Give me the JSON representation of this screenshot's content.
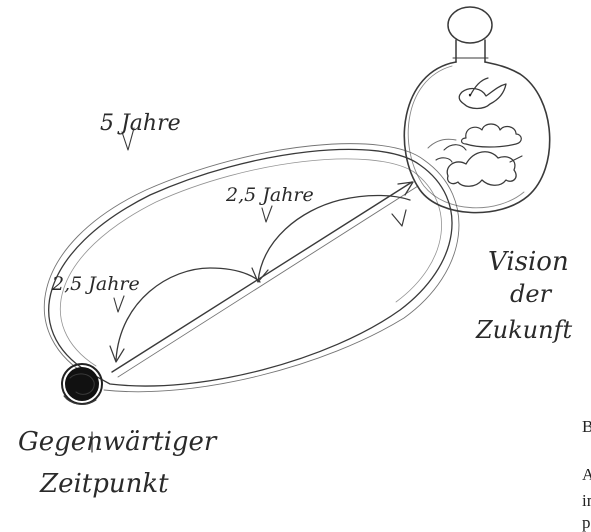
{
  "labels": {
    "five_years": "5 Jahre",
    "two_half_upper": "2,5 Jahre",
    "two_half_lower": "2,5 Jahre",
    "vision_line1": "Vision",
    "vision_line2": "der",
    "vision_line3": "Zukunft",
    "present_line1": "Gegenwärtiger",
    "present_line2": "Zeitpunkt"
  },
  "cutoff_text": [
    "B",
    "A",
    "in",
    "p"
  ],
  "colors": {
    "ink": "#2a2a2a",
    "paper": "#ffffff"
  },
  "icons": [
    "bottle-icon",
    "bird-icon",
    "running-figure-icon",
    "cloud-icon",
    "present-point-scribble-icon"
  ]
}
